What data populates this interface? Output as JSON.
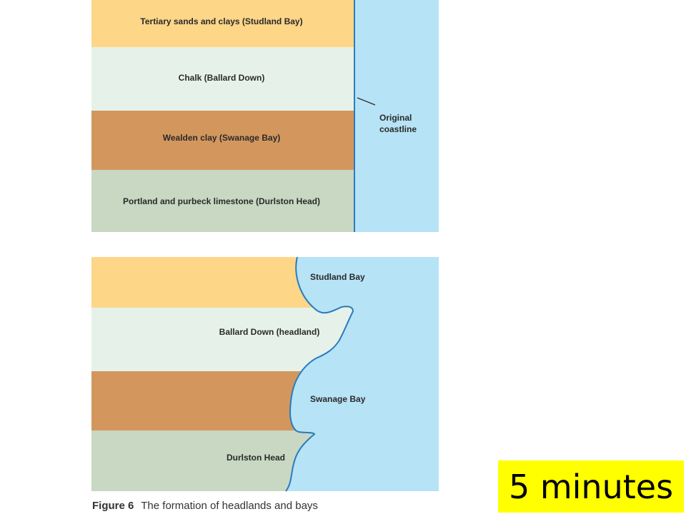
{
  "colors": {
    "sea": "#b7e3f6",
    "coast_line": "#2a7bbf",
    "tertiary": "#fdd688",
    "chalk": "#e6f2e9",
    "wealden": "#d3975e",
    "limestone": "#c8d8c3",
    "timer_bg": "#ffff00"
  },
  "top_diagram": {
    "layers": [
      {
        "label": "Tertiary sands and clays (Studland Bay)"
      },
      {
        "label": "Chalk (Ballard Down)"
      },
      {
        "label": "Wealden clay (Swanage Bay)"
      },
      {
        "label": "Portland and purbeck limestone (Durlston Head)"
      }
    ],
    "coastline_label_line1": "Original",
    "coastline_label_line2": "coastline"
  },
  "bottom_diagram": {
    "labels": {
      "studland": "Studland Bay",
      "ballard": "Ballard Down (headland)",
      "swanage": "Swanage Bay",
      "durlston": "Durlston Head"
    }
  },
  "caption": {
    "number": "Figure 6",
    "text": "The formation of headlands and bays"
  },
  "timer": "5 minutes"
}
